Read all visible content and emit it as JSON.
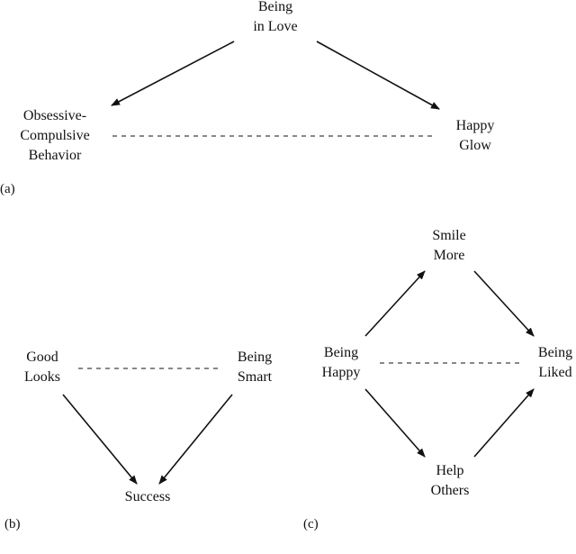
{
  "panels": {
    "a": {
      "caption": "(a)",
      "nodes": {
        "top": [
          "Being",
          "in Love"
        ],
        "left": [
          "Obsessive-",
          "Compulsive",
          "Behavior"
        ],
        "right": [
          "Happy",
          "Glow"
        ]
      }
    },
    "b": {
      "caption": "(b)",
      "nodes": {
        "left": [
          "Good",
          "Looks"
        ],
        "right": [
          "Being",
          "Smart"
        ],
        "bottom": [
          "Success"
        ]
      }
    },
    "c": {
      "caption": "(c)",
      "nodes": {
        "left": [
          "Being",
          "Happy"
        ],
        "top": [
          "Smile",
          "More"
        ],
        "right": [
          "Being",
          "Liked"
        ],
        "bottom": [
          "Help",
          "Others"
        ]
      }
    }
  }
}
